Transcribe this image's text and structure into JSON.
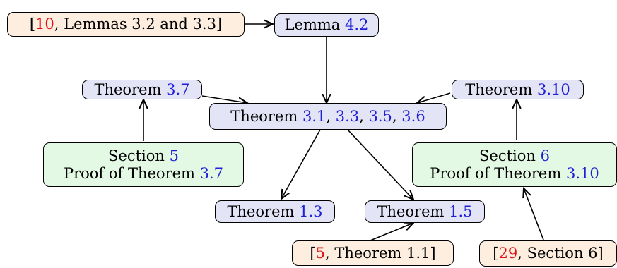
{
  "colors": {
    "theorem_fill": "#e4e4f7",
    "section_fill": "#e4f9e4",
    "citation_fill": "#fdeee0",
    "ref_blue": "#1f1fd6",
    "cite_red": "#e01010"
  },
  "nodes": {
    "cite10": {
      "open": "[",
      "num": "10",
      "rest": ", Lemmas 3.2 and 3.3]"
    },
    "lemma42": {
      "word": "Lemma",
      "ref": "4.2"
    },
    "thm37": {
      "word": "Theorem",
      "ref": "3.7"
    },
    "thm310": {
      "word": "Theorem",
      "ref": "3.10"
    },
    "thm_main": {
      "word": "Theorem",
      "r1": "3.1",
      "r2": "3.3",
      "r3": "3.5",
      "r4": "3.6",
      "sep": ","
    },
    "sec5": {
      "word": "Section",
      "ref": "5",
      "proof": "Proof of Theorem",
      "pref": "3.7"
    },
    "sec6": {
      "word": "Section",
      "ref": "6",
      "proof": "Proof of Theorem",
      "pref": "3.10"
    },
    "thm13": {
      "word": "Theorem",
      "ref": "1.3"
    },
    "thm15": {
      "word": "Theorem",
      "ref": "1.5"
    },
    "cite5": {
      "open": "[",
      "num": "5",
      "rest": ", Theorem 1.1]"
    },
    "cite29": {
      "open": "[",
      "num": "29",
      "rest": ", Section 6]"
    }
  }
}
